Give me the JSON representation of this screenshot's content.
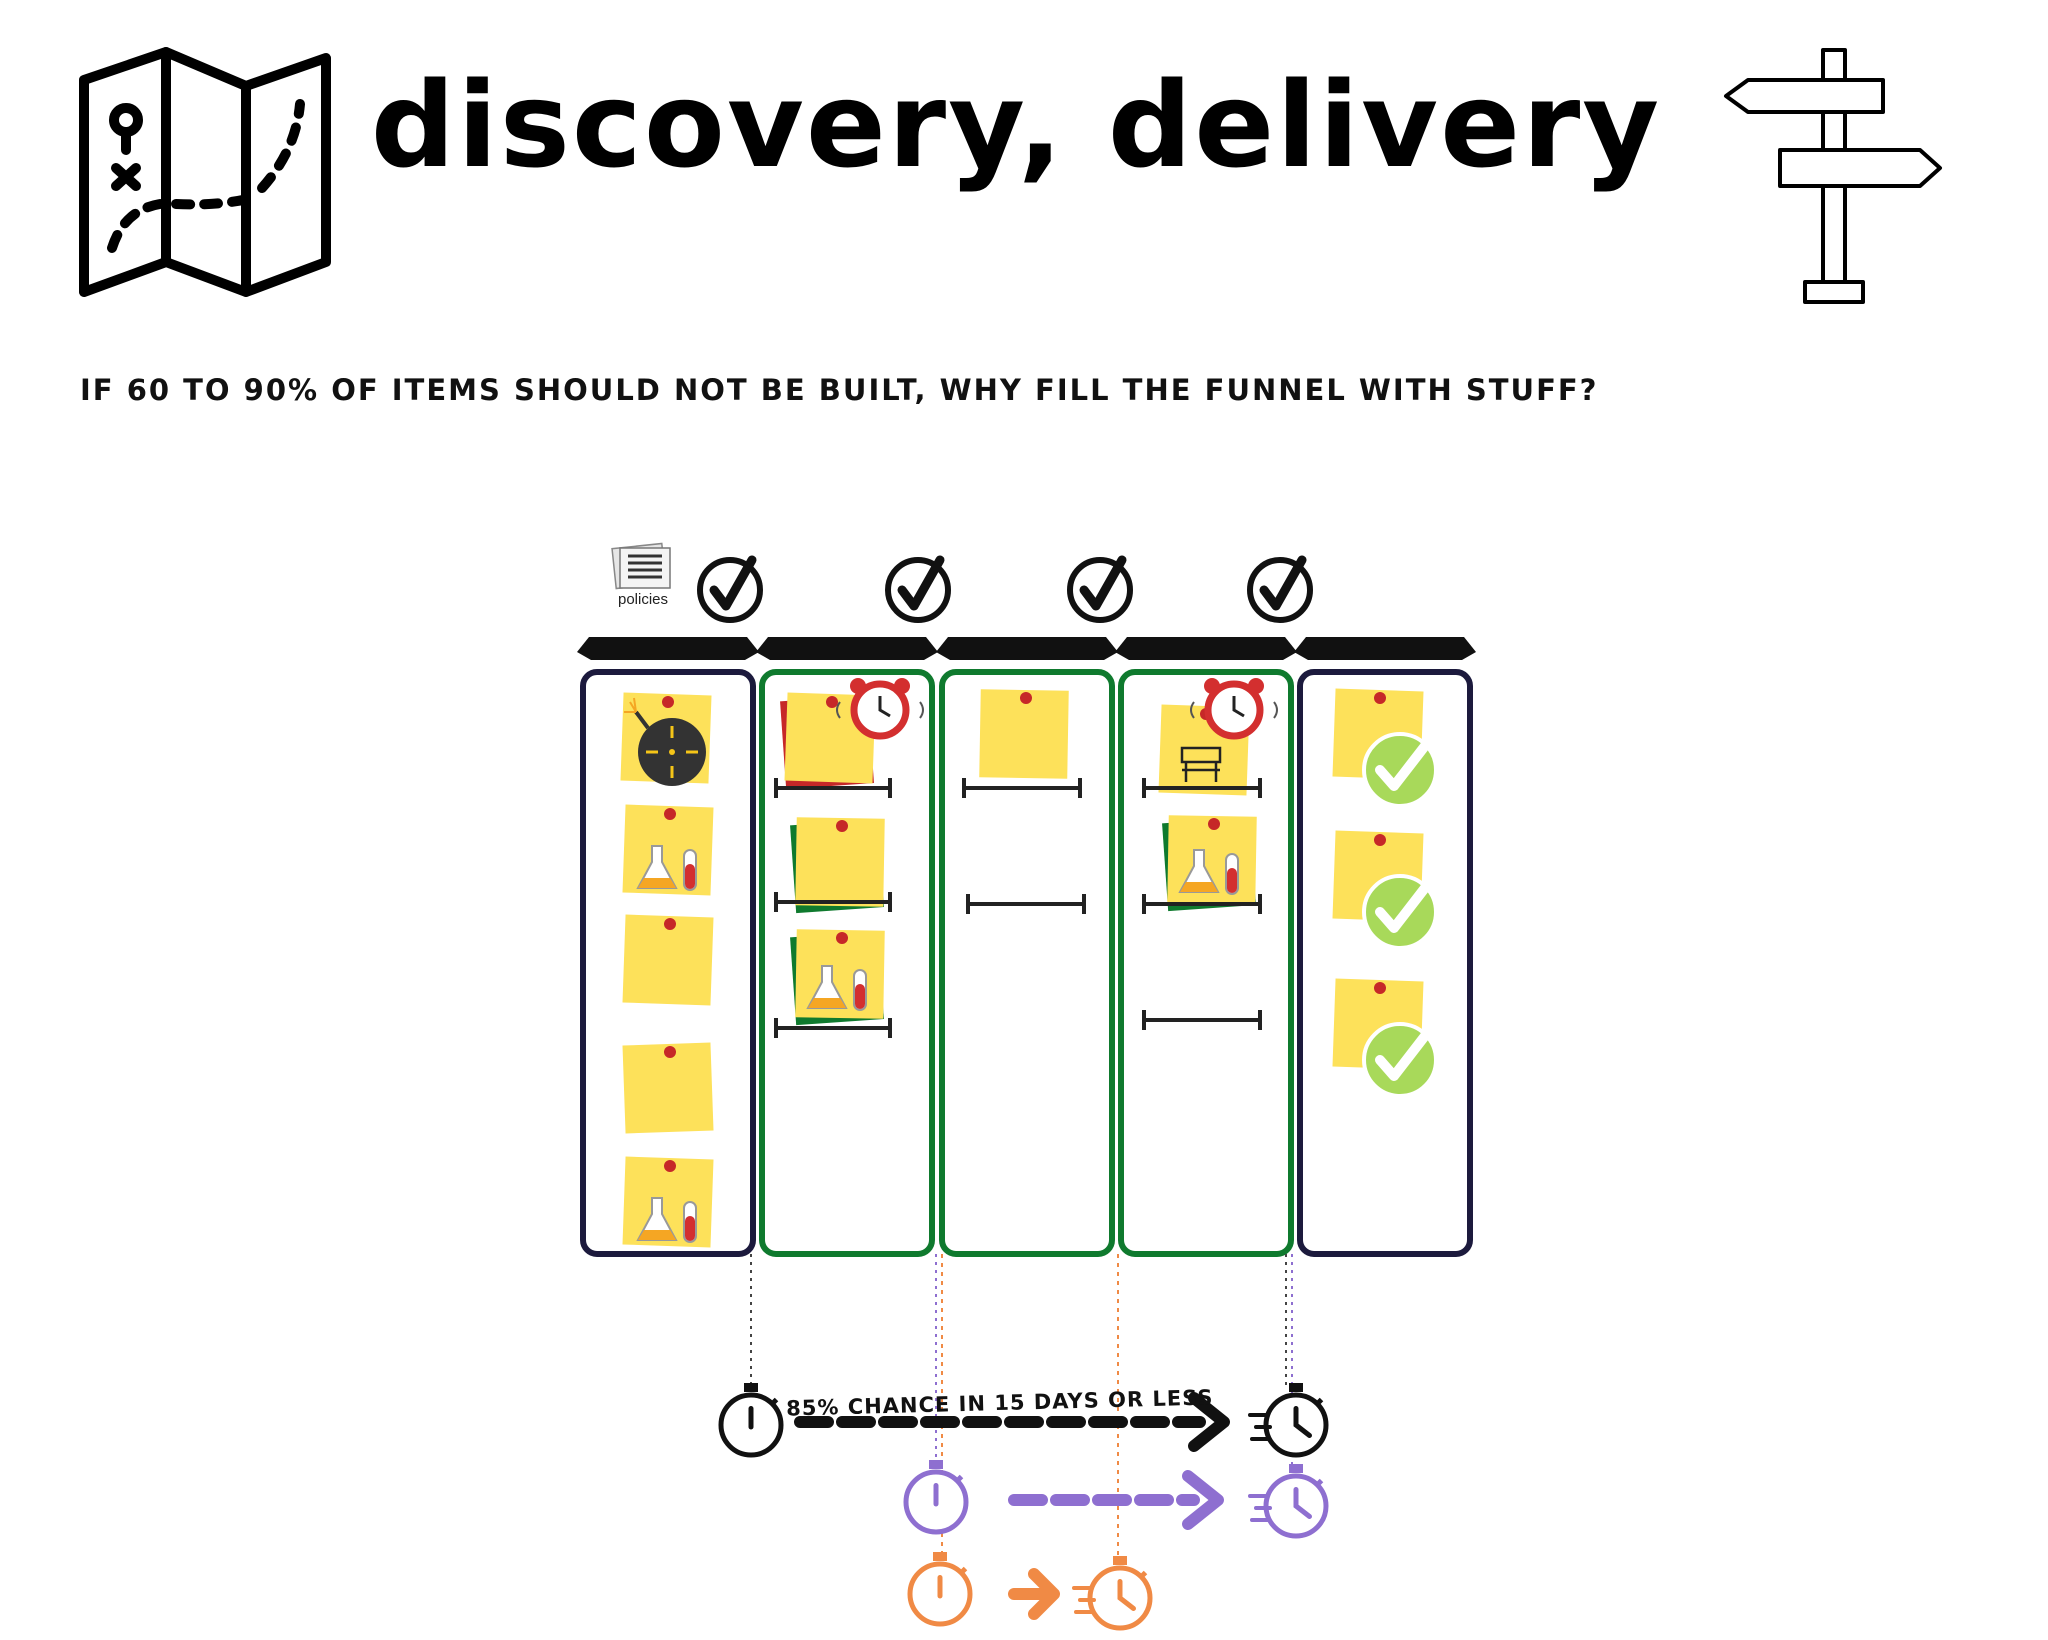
{
  "title": "discovery, delivery",
  "question": "IF 60 TO 90% OF ITEMS SHOULD NOT BE BUILT, WHY FILL THE FUNNEL WITH STUFF?",
  "policies_label": "policies",
  "forecast_label": "85% CHANCE IN 15 DAYS OR LESS",
  "icons": {
    "left": "folded-map-icon",
    "right": "signpost-icon"
  },
  "colors": {
    "column_border_discovery": "#1c1a3d",
    "column_border_delivery": "#0f7a2e",
    "sticky_note": "#fde15a",
    "pin": "#c62828",
    "alarm": "#d32f2f",
    "timeline_black": "#111111",
    "timeline_purple": "#8e6fd0",
    "timeline_orange": "#f08a45",
    "done_check": "#a8d95a"
  },
  "columns": [
    {
      "kind": "discovery",
      "done_check": true,
      "cards": [
        "bomb-timer",
        "lab-experiment",
        "plain",
        "plain",
        "lab-experiment"
      ]
    },
    {
      "kind": "delivery",
      "done_check": true,
      "cards": [
        "alarm-clock-red",
        "plain-green",
        "lab-experiment-green"
      ]
    },
    {
      "kind": "delivery",
      "done_check": true,
      "cards": [
        "plain"
      ]
    },
    {
      "kind": "delivery",
      "done_check": true,
      "cards": [
        "alarm-clock-blocked",
        "lab-experiment-green"
      ]
    },
    {
      "kind": "discovery",
      "done_check": false,
      "cards": [
        "done",
        "done",
        "done"
      ]
    }
  ]
}
